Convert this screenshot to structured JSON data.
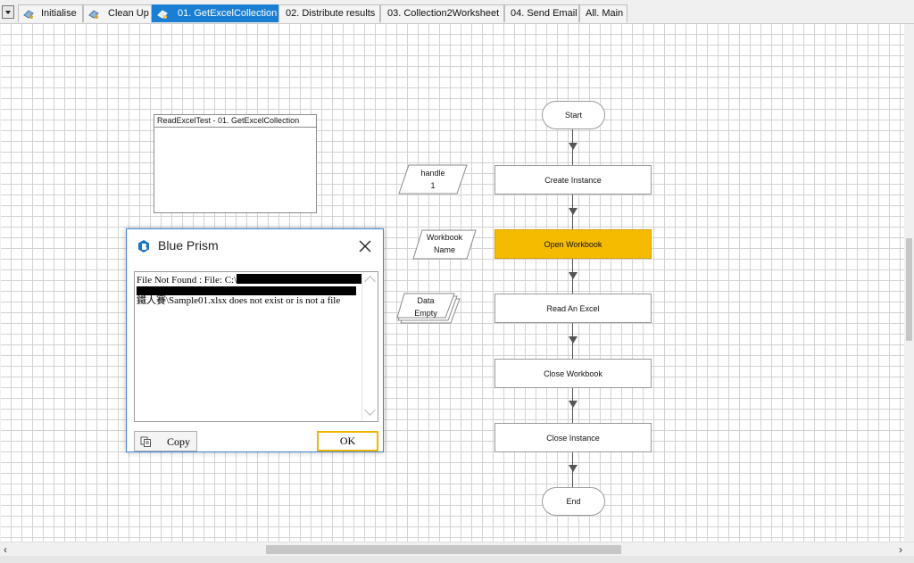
{
  "tabs": [
    {
      "label": "Initialise",
      "icon": "page-icon",
      "active": false
    },
    {
      "label": "Clean Up",
      "icon": "page-icon",
      "active": false
    },
    {
      "label": "01. GetExcelCollection",
      "icon": "page-icon",
      "active": true
    },
    {
      "label": "02. Distribute results",
      "active": false
    },
    {
      "label": "03. Collection2Worksheet",
      "active": false
    },
    {
      "label": "04. Send Email",
      "active": false
    },
    {
      "label": "All. Main",
      "active": false
    }
  ],
  "canvas": {
    "subsheet_info_title": "ReadExcelTest - 01. GetExcelCollection",
    "stages": {
      "start": "Start",
      "create_instance": "Create Instance",
      "open_workbook": "Open Workbook",
      "read_excel": "Read An Excel",
      "close_workbook": "Close Workbook",
      "close_instance": "Close Instance",
      "end": "End"
    },
    "data_items": {
      "handle_line1": "handle",
      "handle_line2": "1",
      "workbook_line1": "Workbook",
      "workbook_line2": "Name",
      "data_line1": "Data",
      "data_line2": "Empty"
    }
  },
  "dialog": {
    "title": "Blue Prism",
    "message_line1": "File Not Found : File: C:\\",
    "message_line3": "鐵人賽\\Sample01.xlsx does not exist or is not a file",
    "copy_label": "Copy",
    "ok_label": "OK"
  },
  "colors": {
    "active_tab": "#1a7fd3",
    "highlight_stage": "#f5bb00",
    "dialog_border": "#3c86cf",
    "ok_focus": "#f2b400"
  }
}
